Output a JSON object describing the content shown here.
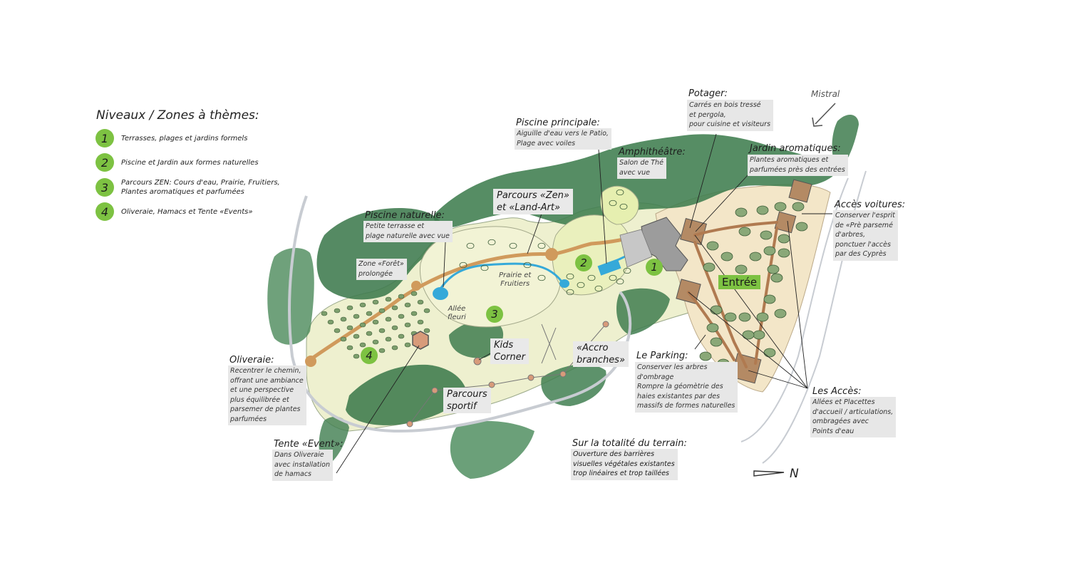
{
  "legend": {
    "title": "Niveaux / Zones à thèmes:",
    "items": [
      {
        "num": "1",
        "text": "Terrasses, plages et jardins formels"
      },
      {
        "num": "2",
        "text": "Piscine et Jardin aux formes naturelles"
      },
      {
        "num": "3",
        "text": "Parcours ZEN: Cours d'eau, Prairie, Fruitiers,\nPlantes aromatiques et parfumées"
      },
      {
        "num": "4",
        "text": "Oliveraie, Hamacs et Tente «Events»"
      }
    ]
  },
  "labels": {
    "potager": {
      "title": "Potager:",
      "note": "Carrés en bois tressé\net pergola,\npour cuisine et visiteurs"
    },
    "mistral": "Mistral",
    "piscine_principale": {
      "title": "Piscine principale:",
      "note": "Aiguille d'eau vers le Patio,\nPlage avec voiles"
    },
    "amphitheatre": {
      "title": "Amphithéâtre:",
      "note": "Salon de Thé\navec vue"
    },
    "jardin_aromatiques": {
      "title": "Jardin aromatiques:",
      "note": "Plantes aromatiques et\nparfumées près des entrées"
    },
    "acces_voitures": {
      "title": "Accès voitures:",
      "note": "Conserver l'esprit\nde «Prè parsemé\nd'arbres,\nponctuer l'accès\npar des Cyprès"
    },
    "parcours_zen": "Parcours «Zen»\net «Land-Art»",
    "piscine_naturelle": {
      "title": "Piscine naturelle:",
      "note": "Petite terrasse et\nplage naturelle avec vue"
    },
    "zone_foret": "Zone «Forêt»\nprolongée",
    "prairie": "Prairie et\nFruitiers",
    "allee": "Allée\nfleuri",
    "kids_corner": "Kids\nCorner",
    "accro_branches": "«Accro\nbranches»",
    "parcours_sportif": "Parcours\nsportif",
    "le_parking": {
      "title": "Le Parking:",
      "note": "Conserver les arbres\nd'ombrage\nRompre la géomètrie des\nhaies existantes par des\nmassifs de formes naturelles"
    },
    "entree": "Entrée",
    "oliveraie": {
      "title": "Oliveraie:",
      "note": "Recentrer le chemin,\noffrant une ambiance\net une perspective\nplus équilibrée et\nparsemer de plantes\nparfumées"
    },
    "tente_event": {
      "title": "Tente «Event»:",
      "note": "Dans Oliveraie\navec installation\nde hamacs"
    },
    "totalite": {
      "title": "Sur la totalité du terrain:",
      "note": "Ouverture des barrières\nvisuelles végétales existantes\ntrop linéaires et trop taillées"
    },
    "les_acces": {
      "title": "Les Accès:",
      "note": "Allées et Placettes\nd'accueil / articulations,\nombragées avec\nPoints d'eau"
    },
    "north": "N"
  },
  "map_numbers": [
    "1",
    "2",
    "3",
    "4"
  ],
  "colors": {
    "badge_green": "#7dc242",
    "hedge_green": "#3f7d4f",
    "lawn": "#eef0cf",
    "sand": "#f1e3c4",
    "path": "#d09a5c",
    "water": "#35a9d9",
    "note_bg": "#e7e7e7"
  }
}
